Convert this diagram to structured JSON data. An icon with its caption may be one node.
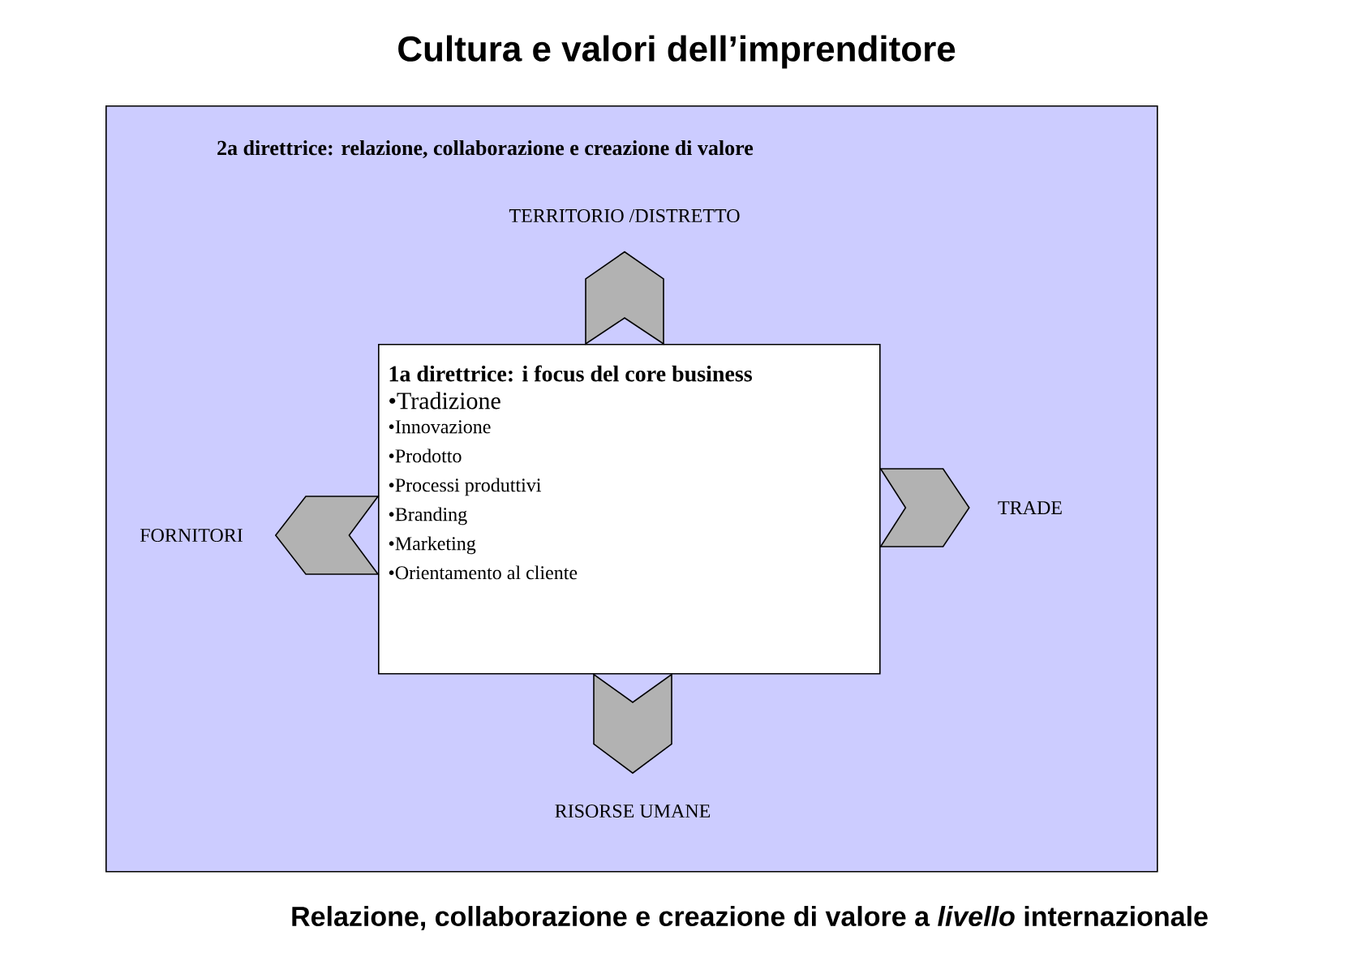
{
  "diagram": {
    "title": "Cultura e valori dell’imprenditore",
    "caption": "Relazione, collaborazione e creazione di valore a *livello* internazionale",
    "nodes": [
      {
        "text": [
          "2a direttrice: relazione, collaborazione e creazione di valore"
        ]
      },
      {
        "text": [
          "1a direttrice: i focus del core business",
          "•Tradizione",
          "•Innovazione",
          "•Prodotto",
          "•Processi produttivi",
          "•Branding",
          "•Marketing",
          "•Orientamento al cliente"
        ],
        "in": 0
      },
      {
        "text": [
          "TERRITORIO /DISTRETTO"
        ],
        "in": 0
      },
      {
        "text": [
          "FORNITORI"
        ],
        "in": 0
      },
      {
        "text": [
          "TRADE"
        ],
        "in": 0
      },
      {
        "text": [
          "RISORSE UMANE"
        ],
        "in": 0
      }
    ],
    "edges": [
      {
        "from": 1,
        "to": 2,
        "arrow": "to"
      },
      {
        "from": 1,
        "to": 3,
        "arrow": "to"
      },
      {
        "from": 1,
        "to": 4,
        "arrow": "to"
      },
      {
        "from": 1,
        "to": 5,
        "arrow": "to"
      }
    ]
  }
}
